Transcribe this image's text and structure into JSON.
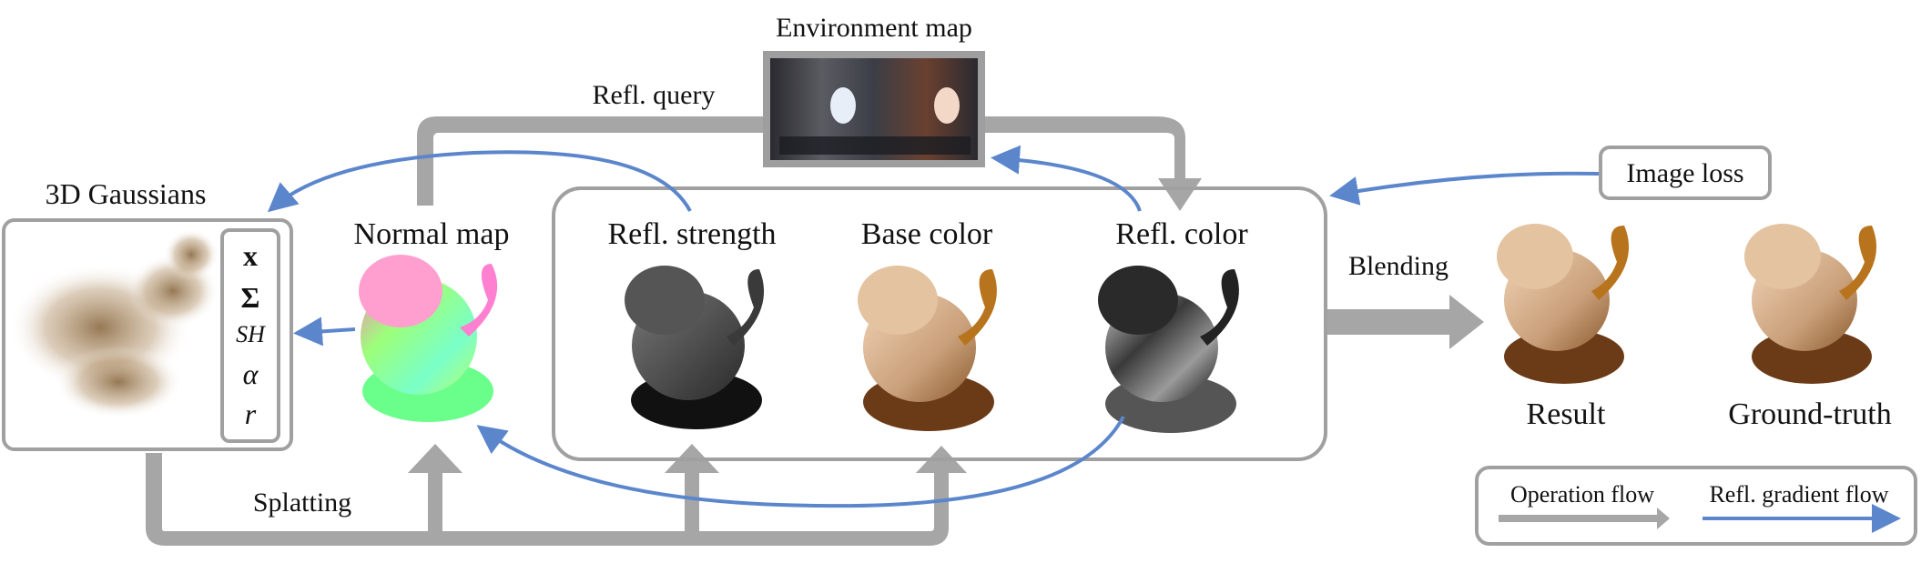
{
  "labels": {
    "environment_map": "Environment map",
    "refl_query": "Refl. query",
    "gaussians": "3D Gaussians",
    "normal_map": "Normal map",
    "refl_strength": "Refl. strength",
    "base_color": "Base color",
    "refl_color": "Refl. color",
    "blending": "Blending",
    "image_loss": "Image loss",
    "result": "Result",
    "ground_truth": "Ground-truth",
    "splatting": "Splatting"
  },
  "params": [
    "x",
    "Σ",
    "SH",
    "α",
    "r"
  ],
  "legend": {
    "operation": "Operation flow",
    "gradient": "Refl. gradient flow"
  },
  "colors": {
    "operation_flow": "#a6a6a6",
    "gradient_flow": "#5b86cc",
    "box_border": "#a0a0a0"
  }
}
